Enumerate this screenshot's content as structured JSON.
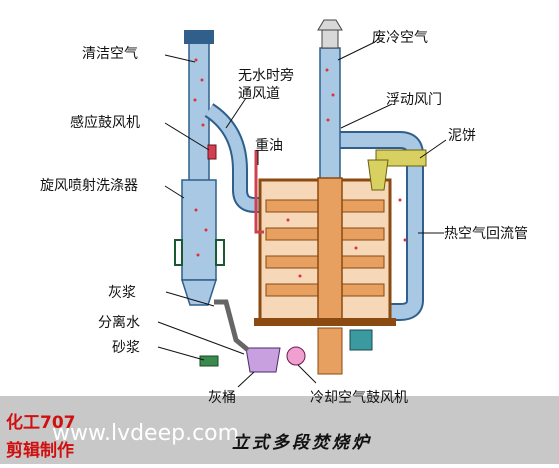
{
  "labels": {
    "clean_air": "清洁空气",
    "no_water_bypass_1": "无水时旁",
    "no_water_bypass_2": "通风道",
    "waste_cold_air": "废冷空气",
    "floating_damper": "浮动风门",
    "induced_blower": "感应鼓风机",
    "heavy_oil": "重油",
    "sludge_cake": "泥饼",
    "cyclone_scrubber": "旋风喷射洗涤器",
    "hot_air_return": "热空气回流管",
    "ash_slurry": "灰浆",
    "separated_water": "分离水",
    "sand_slurry": "砂浆",
    "ash_bucket": "灰桶",
    "cooling_air_blower": "冷却空气鼓风机"
  },
  "title": "立式多段焚烧炉",
  "watermark": "www.lvdeep.com",
  "corner_line1": "化工707",
  "corner_line2": "剪辑制作",
  "colors": {
    "pipe_blue": "#a9c8e4",
    "pipe_outline": "#2f5f8a",
    "furnace_orange": "#e8a060",
    "furnace_outline": "#8a4a10",
    "dot_red": "#e0303a",
    "banner_gray": "#c8c8c8",
    "sludge_yellow": "#d8d060"
  }
}
